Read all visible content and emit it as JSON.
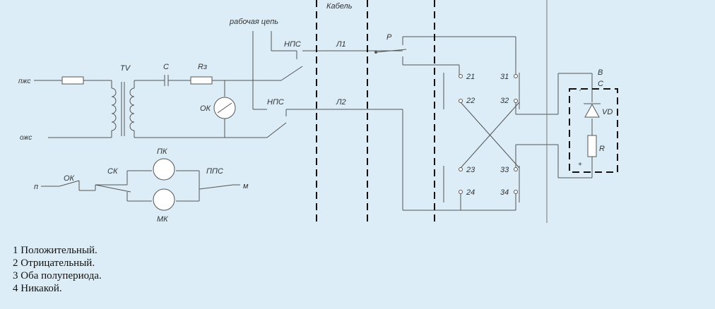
{
  "diagram": {
    "section_label_cable": "Кабель",
    "work_circuit_label": "рабочая цепь",
    "labels": {
      "pzhs": "пжс",
      "ozhs": "ожс",
      "tv": "TV",
      "c": "C",
      "rz": "Rз",
      "ok_meter": "ОК",
      "nps_top": "НПС",
      "nps_bottom": "НПС",
      "l1": "Л1",
      "l2": "Л2",
      "relay_p": "Р",
      "pk": "ПК",
      "mk": "МК",
      "sk": "СК",
      "pps": "ППС",
      "plus_ctrl": "п",
      "minus_ctrl": "м",
      "ok_ctrl": "ОК",
      "b": "В",
      "c2": "С",
      "vd": "VD",
      "r": "R",
      "plus": "+",
      "t21": "21",
      "t22": "22",
      "t23": "23",
      "t24": "24",
      "t31": "31",
      "t32": "32",
      "t33": "33",
      "t34": "34"
    }
  },
  "answers": [
    "1 Положительный.",
    "2 Отрицательный.",
    "3 Оба полупериода.",
    "4 Никакой."
  ],
  "colors": {
    "background": "#dcedf7",
    "line": "#555555",
    "dash": "#111111"
  }
}
